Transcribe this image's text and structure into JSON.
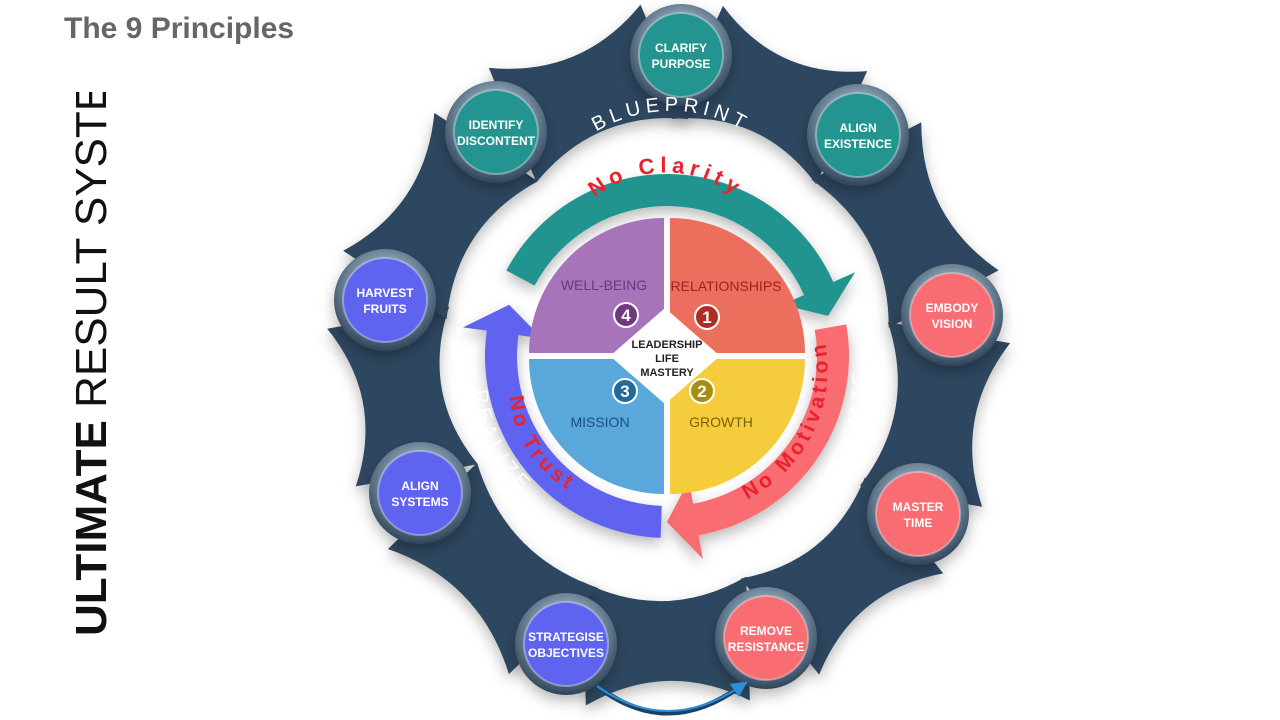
{
  "page_title": "The 9 Principles",
  "system_title": {
    "bold": "ULTIMATE",
    "regular": " RESULT SYSTEM"
  },
  "center_label": [
    "LEADERSHIP",
    "LIFE",
    "MASTERY"
  ],
  "quadrants": [
    {
      "id": "wellbeing",
      "label": "WELL-BEING",
      "number": "4",
      "color": "#a774b9",
      "badge_color": "#6d3a7f",
      "label_color": "#6a3a7a"
    },
    {
      "id": "relationships",
      "label": "RELATIONSHIPS",
      "number": "1",
      "color": "#ec6f5e",
      "badge_color": "#b12b25",
      "label_color": "#a81e1e"
    },
    {
      "id": "mission",
      "label": "MISSION",
      "number": "3",
      "color": "#5aa7dc",
      "badge_color": "#236a9a",
      "label_color": "#1e4f7a"
    },
    {
      "id": "growth",
      "label": "GROWTH",
      "number": "2",
      "color": "#f5cd3c",
      "badge_color": "#a88d14",
      "label_color": "#7a5f10"
    }
  ],
  "arcs": [
    {
      "id": "blueprint",
      "outer": "BLUEPRINT",
      "inner": "No Clarity",
      "color": "#23948f"
    },
    {
      "id": "activate",
      "outer": "ACTIVATE",
      "inner": "No Motivation",
      "color": "#f86c72"
    },
    {
      "id": "realize",
      "outer": "REALIZE",
      "inner": "No Trust",
      "color": "#5e63f0"
    }
  ],
  "principles": [
    {
      "id": "clarify-purpose",
      "lines": [
        "CLARIFY",
        "PURPOSE"
      ],
      "color": "#23948f"
    },
    {
      "id": "align-existence",
      "lines": [
        "ALIGN",
        "EXISTENCE"
      ],
      "color": "#23948f"
    },
    {
      "id": "embody-vision",
      "lines": [
        "EMBODY",
        "VISION"
      ],
      "color": "#f86c72"
    },
    {
      "id": "master-time",
      "lines": [
        "MASTER",
        "TIME"
      ],
      "color": "#f86c72"
    },
    {
      "id": "remove-resistance",
      "lines": [
        "REMOVE",
        "RESISTANCE"
      ],
      "color": "#f86c72"
    },
    {
      "id": "strategise-objectives",
      "lines": [
        "STRATEGISE",
        "OBJECTIVES"
      ],
      "color": "#5e63f0"
    },
    {
      "id": "align-systems",
      "lines": [
        "ALIGN",
        "SYSTEMS"
      ],
      "color": "#5e63f0"
    },
    {
      "id": "harvest-fruits",
      "lines": [
        "HARVEST",
        "FRUITS"
      ],
      "color": "#5e63f0"
    },
    {
      "id": "identify-discontent",
      "lines": [
        "IDENTIFY",
        "DISCONTENT"
      ],
      "color": "#23948f"
    }
  ],
  "colors": {
    "connector": "#2d4660",
    "ring_metal": "#4a6278",
    "inner_text_red": "#e8232c"
  }
}
